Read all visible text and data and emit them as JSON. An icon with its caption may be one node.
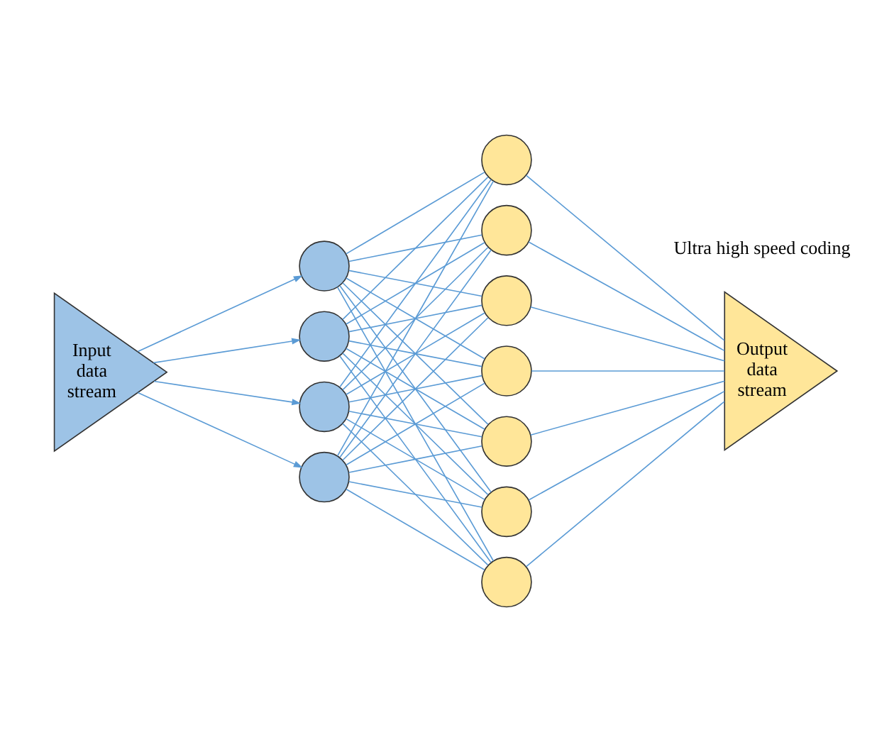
{
  "diagram": {
    "nodes": [
      {
        "text": [
          "Input data stream"
        ]
      },
      {
        "text": [],
        "shape": "circle"
      },
      {
        "text": [],
        "shape": "circle"
      },
      {
        "text": [],
        "shape": "circle"
      },
      {
        "text": [],
        "shape": "circle"
      },
      {
        "text": [],
        "shape": "circle"
      },
      {
        "text": [],
        "shape": "circle"
      },
      {
        "text": [],
        "shape": "circle"
      },
      {
        "text": [],
        "shape": "circle"
      },
      {
        "text": [],
        "shape": "circle"
      },
      {
        "text": [],
        "shape": "circle"
      },
      {
        "text": [],
        "shape": "circle"
      },
      {
        "text": [
          "Output data stream"
        ]
      }
    ],
    "edges": [
      {
        "from": 0,
        "to": 1,
        "arrow": "to"
      },
      {
        "from": 0,
        "to": 2,
        "arrow": "to"
      },
      {
        "from": 0,
        "to": 3,
        "arrow": "to"
      },
      {
        "from": 0,
        "to": 4,
        "arrow": "to"
      },
      {
        "from": 1,
        "to": 5,
        "arrow": "none"
      },
      {
        "from": 1,
        "to": 6,
        "arrow": "none"
      },
      {
        "from": 1,
        "to": 7,
        "arrow": "none"
      },
      {
        "from": 1,
        "to": 8,
        "arrow": "none"
      },
      {
        "from": 1,
        "to": 9,
        "arrow": "none"
      },
      {
        "from": 1,
        "to": 10,
        "arrow": "none"
      },
      {
        "from": 1,
        "to": 11,
        "arrow": "none"
      },
      {
        "from": 2,
        "to": 5,
        "arrow": "none"
      },
      {
        "from": 2,
        "to": 6,
        "arrow": "none"
      },
      {
        "from": 2,
        "to": 7,
        "arrow": "none"
      },
      {
        "from": 2,
        "to": 8,
        "arrow": "none"
      },
      {
        "from": 2,
        "to": 9,
        "arrow": "none"
      },
      {
        "from": 2,
        "to": 10,
        "arrow": "none"
      },
      {
        "from": 2,
        "to": 11,
        "arrow": "none"
      },
      {
        "from": 3,
        "to": 5,
        "arrow": "none"
      },
      {
        "from": 3,
        "to": 6,
        "arrow": "none"
      },
      {
        "from": 3,
        "to": 7,
        "arrow": "none"
      },
      {
        "from": 3,
        "to": 8,
        "arrow": "none"
      },
      {
        "from": 3,
        "to": 9,
        "arrow": "none"
      },
      {
        "from": 3,
        "to": 10,
        "arrow": "none"
      },
      {
        "from": 3,
        "to": 11,
        "arrow": "none"
      },
      {
        "from": 4,
        "to": 5,
        "arrow": "none"
      },
      {
        "from": 4,
        "to": 6,
        "arrow": "none"
      },
      {
        "from": 4,
        "to": 7,
        "arrow": "none"
      },
      {
        "from": 4,
        "to": 8,
        "arrow": "none"
      },
      {
        "from": 4,
        "to": 9,
        "arrow": "none"
      },
      {
        "from": 4,
        "to": 10,
        "arrow": "none"
      },
      {
        "from": 4,
        "to": 11,
        "arrow": "none"
      },
      {
        "from": 5,
        "to": 12,
        "arrow": "none"
      },
      {
        "from": 6,
        "to": 12,
        "arrow": "none"
      },
      {
        "from": 7,
        "to": 12,
        "arrow": "none"
      },
      {
        "from": 8,
        "to": 12,
        "arrow": "none"
      },
      {
        "from": 9,
        "to": 12,
        "arrow": "none"
      },
      {
        "from": 10,
        "to": 12,
        "arrow": "none"
      },
      {
        "from": 11,
        "to": 12,
        "arrow": "none"
      }
    ],
    "labels": [
      "Ultra high speed coding"
    ]
  }
}
